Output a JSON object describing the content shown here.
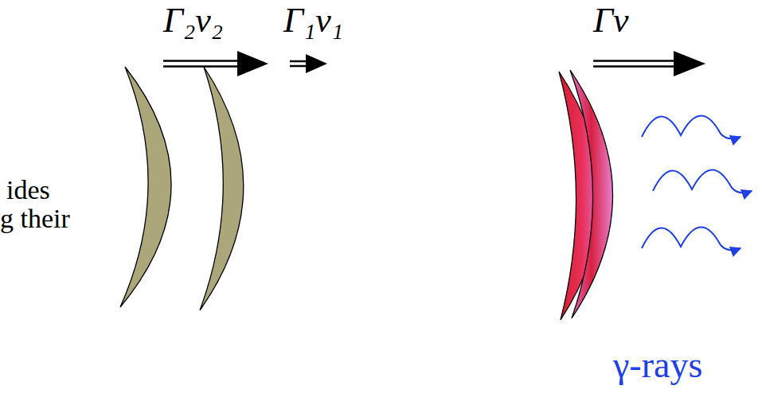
{
  "diagram": {
    "labels": [
      "Γ₂v₂",
      "Γ₁v₁",
      "Γv",
      "ides",
      "g their",
      "γ-rays"
    ]
  }
}
